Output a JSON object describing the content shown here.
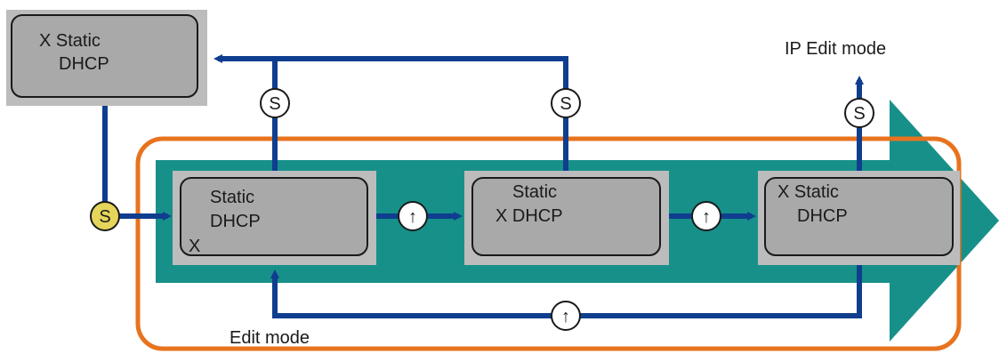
{
  "colors": {
    "flow_band": "#17908a",
    "frame": "#e8731f",
    "arrow": "#0f3e8f",
    "node_fill": "#a9a9a9",
    "node_outer": "#bcbcbc",
    "s_yellow": "#e5d55a"
  },
  "nodes": {
    "standby": {
      "line1": "X Static",
      "line2": "DHCP"
    },
    "mode1": {
      "line1": "Static",
      "line2": "DHCP",
      "marker": "X"
    },
    "mode2": {
      "line1": "Static",
      "line2": "X DHCP"
    },
    "mode3": {
      "line1": "X Static",
      "line2": "DHCP"
    }
  },
  "buttons": {
    "s": "S",
    "up": "↑"
  },
  "labels": {
    "ip_edit_mode": "IP Edit mode",
    "edit_mode": "Edit mode"
  }
}
